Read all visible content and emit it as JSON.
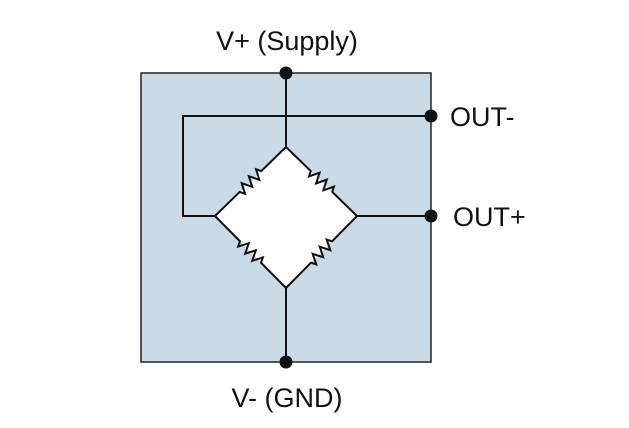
{
  "diagram": {
    "type": "wheatstone-bridge-sensor",
    "labels": {
      "supply": "V+ (Supply)",
      "ground": "V- (GND)",
      "out_neg": "OUT-",
      "out_pos": "OUT+"
    },
    "colors": {
      "package_fill": "#c9d9e6",
      "package_stroke": "#222222",
      "bridge_fill": "#ffffff",
      "wire": "#111111",
      "background": "#ffffff"
    },
    "components": [
      {
        "type": "resistor",
        "position": "upper-left"
      },
      {
        "type": "resistor",
        "position": "upper-right"
      },
      {
        "type": "resistor",
        "position": "lower-left"
      },
      {
        "type": "resistor",
        "position": "lower-right"
      }
    ],
    "terminals": [
      "supply",
      "ground",
      "out_neg",
      "out_pos"
    ]
  }
}
